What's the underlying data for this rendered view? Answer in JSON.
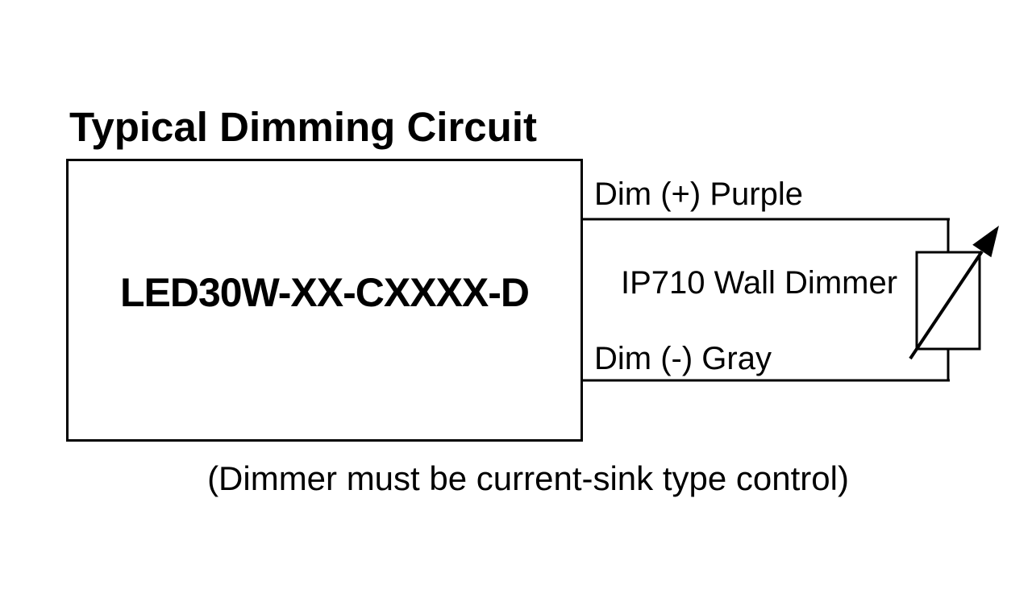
{
  "page": {
    "background_color": "#ffffff",
    "ink_color": "#000000"
  },
  "diagram": {
    "title": "Typical Dimming Circuit",
    "driver_box": {
      "label": "LED30W-XX-CXXXX-D"
    },
    "wire_positive": {
      "label": "Dim (+) Purple"
    },
    "wire_negative": {
      "label": "Dim (-) Gray"
    },
    "dimmer": {
      "label": "IP710 Wall Dimmer",
      "symbol": "variable-resistor-with-wiper-arrow"
    },
    "caption": "(Dimmer must be current-sink type control)"
  }
}
